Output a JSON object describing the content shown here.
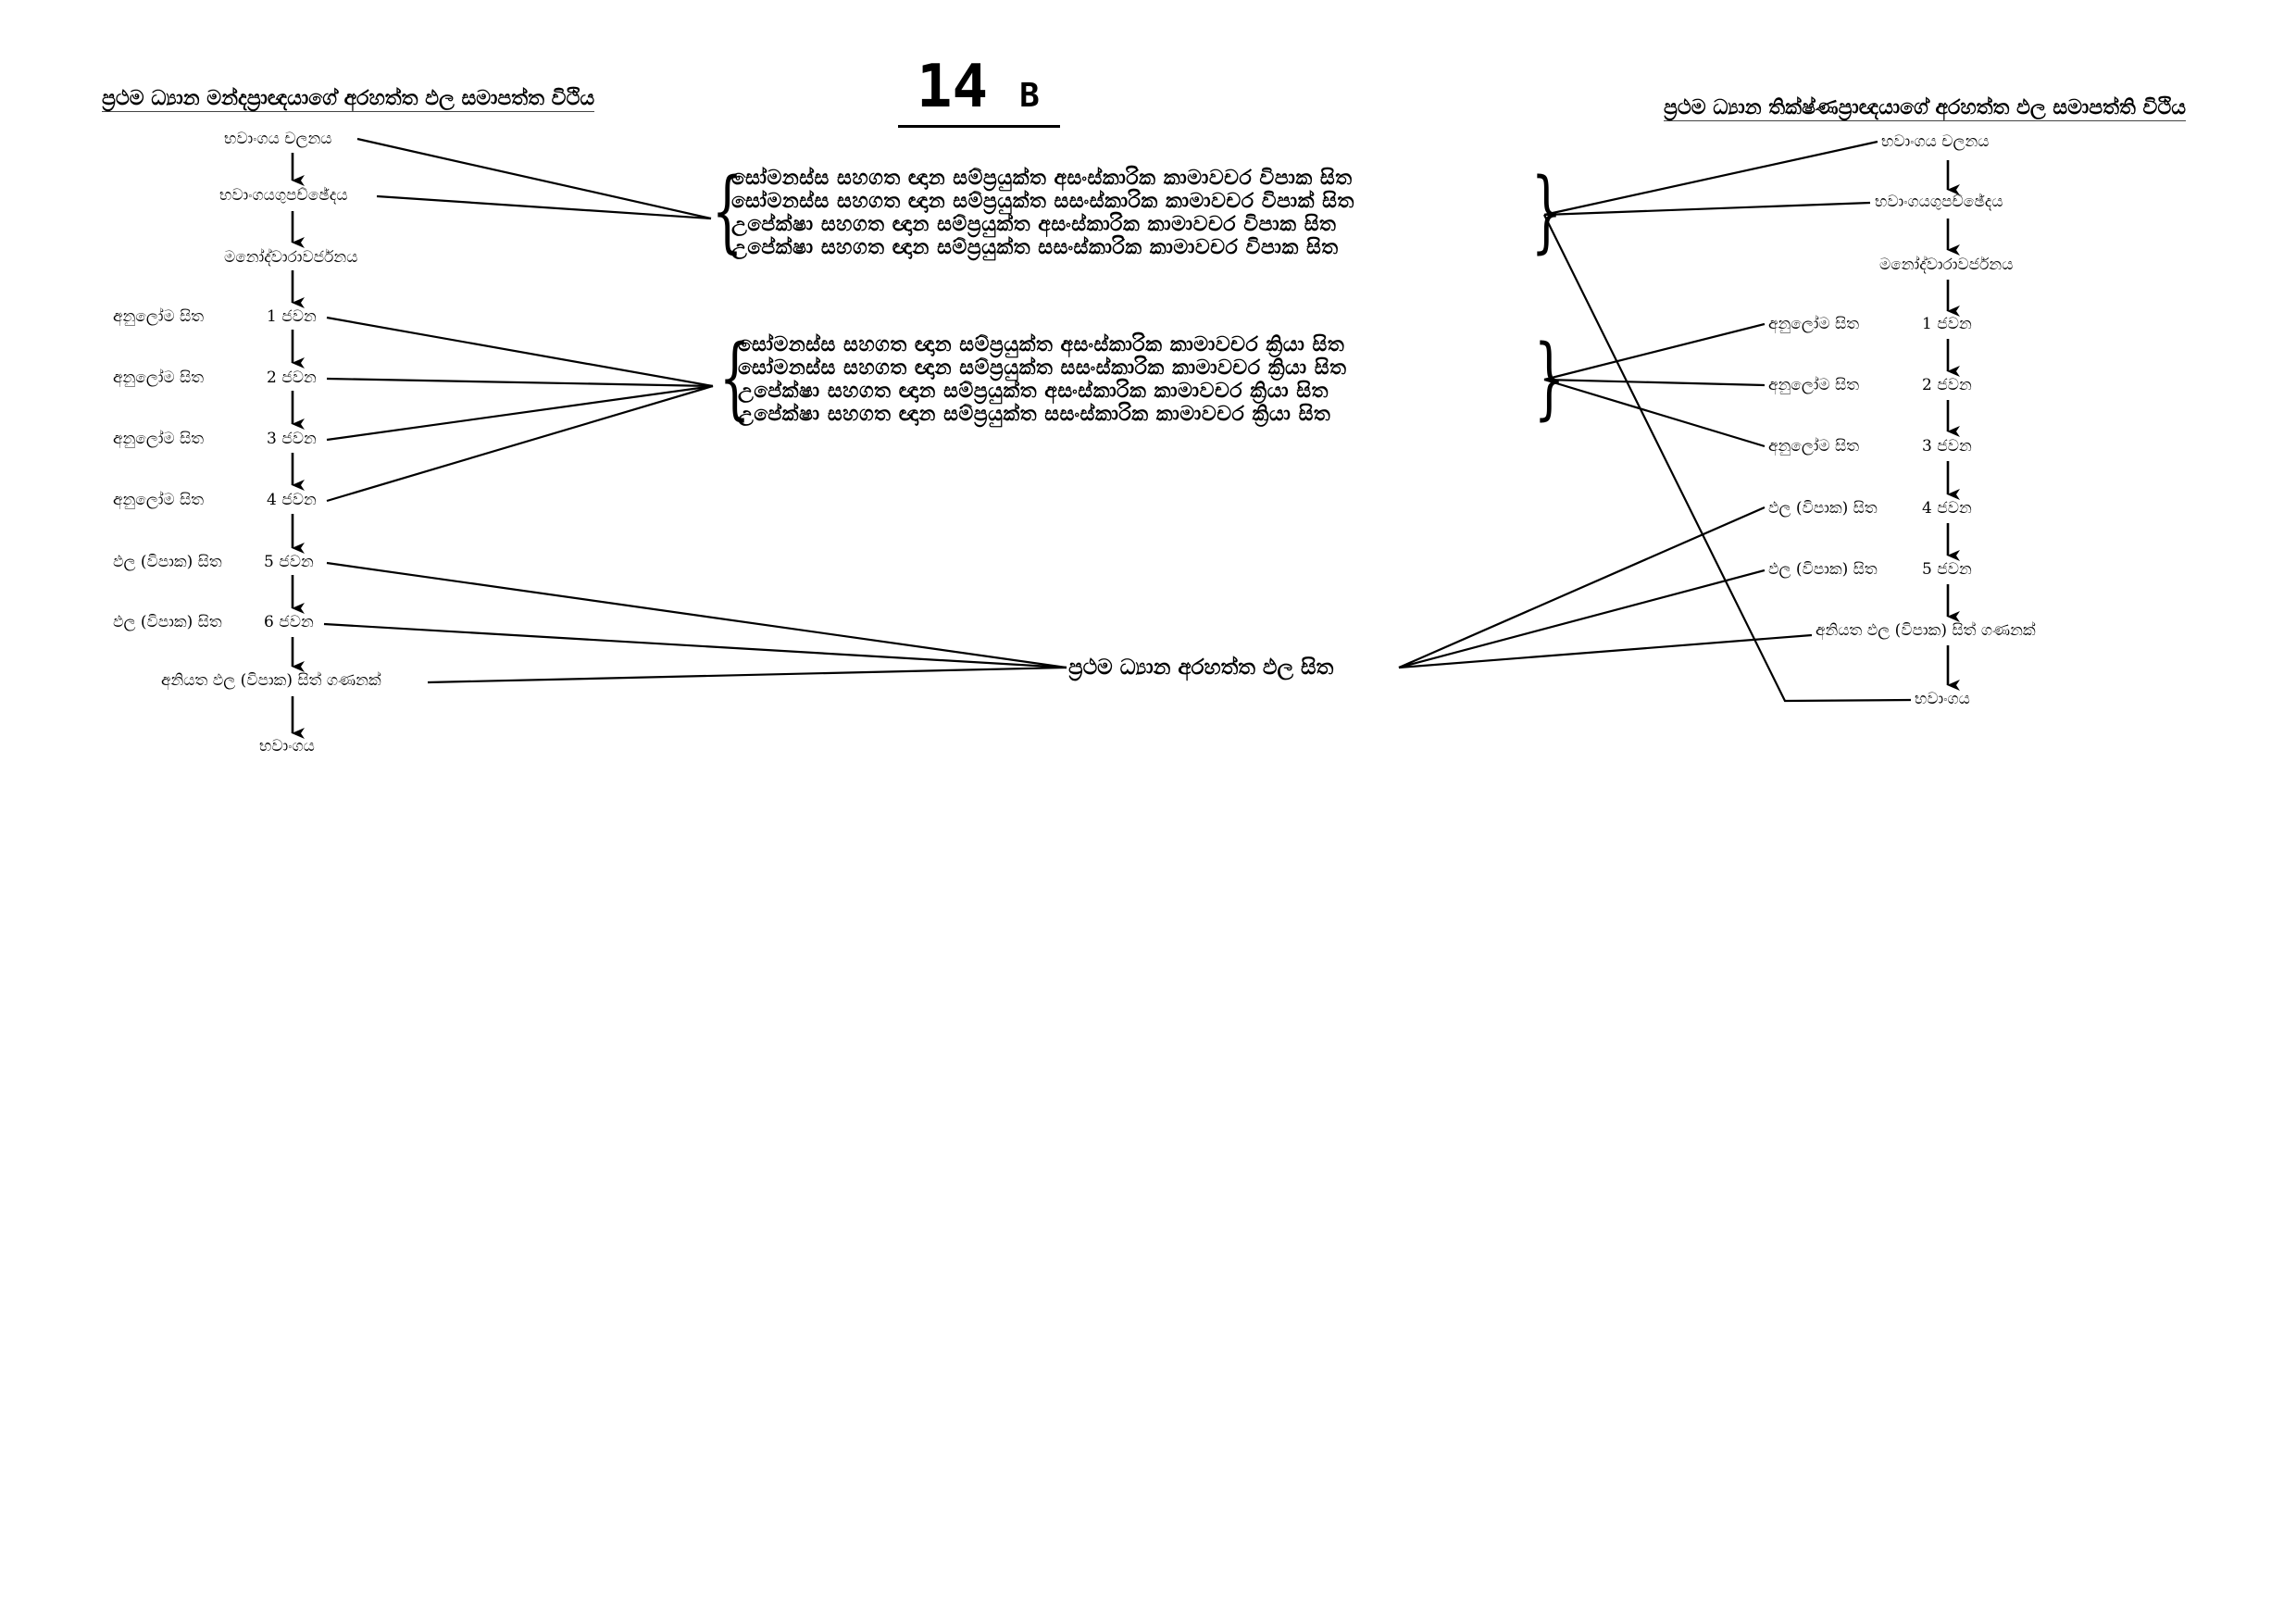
{
  "page_number": {
    "main": "14",
    "suffix": "B"
  },
  "left_flow": {
    "title": "ප්‍රථම ධ්‍යාන මන්දප්‍රාඥයාගේ අරහත්ත ඵල සමාපත්ත විථිය",
    "nodes": [
      {
        "prefix": "",
        "label": "භවාංගය චලනය"
      },
      {
        "prefix": "",
        "label": "භවාංගයගුපච්ඡේදය"
      },
      {
        "prefix": "",
        "label": "මනෝද්වාරාවර්ජනය"
      },
      {
        "prefix": "අනුලෝම සිත",
        "label": "1 ජවන"
      },
      {
        "prefix": "අනුලෝම සිත",
        "label": "2 ජවන"
      },
      {
        "prefix": "අනුලෝම සිත",
        "label": "3 ජවන"
      },
      {
        "prefix": "අනුලෝම සිත",
        "label": "4 ජවන"
      },
      {
        "prefix": "ඵල (විපාක)  සිත",
        "label": "5 ජවන"
      },
      {
        "prefix": "ඵල (විපාක)  සිත",
        "label": "6 ජවන"
      },
      {
        "prefix": "",
        "label": "අනියත ඵල (විපාක) සිත් ගණනක්"
      },
      {
        "prefix": "",
        "label": "භවාංගය"
      }
    ]
  },
  "right_flow": {
    "title": "ප්‍රථම ධ්‍යාන තික්ෂ්ණප්‍රාඥයාගේ අරහත්ත ඵල සමාපත්ති විථිය",
    "nodes": [
      {
        "prefix": "",
        "label": "භවාංගය චලනය"
      },
      {
        "prefix": "",
        "label": "භවාංගයගුපච්ඡේදය"
      },
      {
        "prefix": "",
        "label": "මනෝද්වාරාවර්ජනය"
      },
      {
        "prefix": "අනුලෝම සිත",
        "label": "1 ජවන"
      },
      {
        "prefix": "අනුලෝම සිත",
        "label": "2 ජවන"
      },
      {
        "prefix": "අනුලෝම සිත",
        "label": "3 ජවන"
      },
      {
        "prefix": "ඵල (විපාක)  සිත",
        "label": "4 ජවන"
      },
      {
        "prefix": "ඵල (විපාක)  සිත",
        "label": "5 ජවන"
      },
      {
        "prefix": "",
        "label": "අනියත ඵල (විපාක) සිත් ගණනක්"
      },
      {
        "prefix": "",
        "label": "භවාංගය"
      }
    ]
  },
  "vipaka_group": {
    "lines": [
      "සෝමනස්ස සහගත ඥාන සම්ප්‍රයුක්ත අසංස්කාරික කාමාවචර  විපාක සිත",
      "සෝමනස්ස සහගත ඥාන සම්ප්‍රයුක්ත සසංස්කාරික කාමාවචර  විපාක් සිත",
      "උපේක්ෂා සහගත  ඥාන  සම්ප්‍රයුක්ත අසංස්කාරික කාමාවචර  විපාක සිත",
      "උපේක්ෂා සහගත  ඥාන  සම්ප්‍රයුක්ත සසංස්කාරික කාමාවචර  විපාක සිත"
    ]
  },
  "kriya_group": {
    "lines": [
      "සෝමනස්ස සහගත ඥාන සම්ප්‍රයුක්ත අසංස්කාරික කාමාවචර  ක්‍රියා සිත",
      "සෝමනස්ස සහගත ඥාන සම්ප්‍රයුක්ත සසංස්කාරික කාමාවචර  ක්‍රියා සිත",
      "උපේක්ෂා සහගත  ඥාන  සම්ප්‍රයුක්ත අසංස්කාරික කාමාවචර  ක්‍රියා සිත",
      "උපේක්ෂා සහගත  ඥාන  සම්ප්‍රයුක්ත සසංස්කාරික කාමාවචර ක්‍රියා සිත"
    ]
  },
  "center_label": "ප්‍රථම ධ්‍යාන අරහත්ත ඵල සිත"
}
